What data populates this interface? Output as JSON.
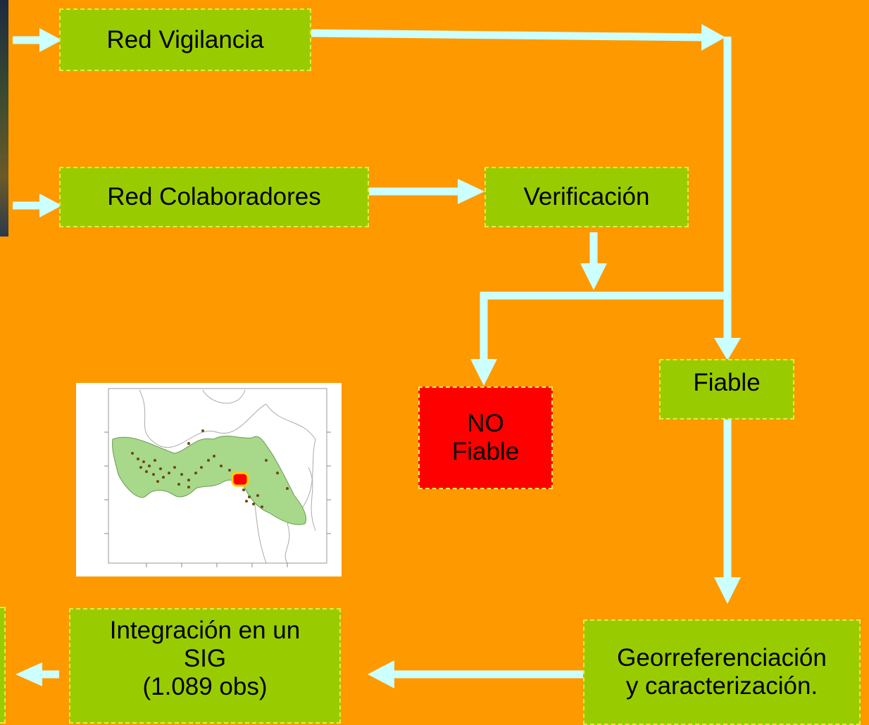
{
  "nodes": {
    "red_vigilancia": "Red Vigilancia",
    "red_colaboradores": "Red Colaboradores",
    "verificacion": "Verificación",
    "no_fiable": [
      "NO",
      "Fiable"
    ],
    "fiable": "Fiable",
    "georreferenciacion": [
      "Georreferenciación",
      "y caracterización."
    ],
    "integracion": [
      "Integración en un",
      "SIG",
      "(1.089 obs)"
    ]
  },
  "colors": {
    "background": "#FF9900",
    "box_fill": "#99CC00",
    "box_border": "#E8E84A",
    "rejected_fill": "#FF0000",
    "arrow": "#CCFFFF",
    "map_region": "#A8D88A",
    "map_highlight": "#FF0000"
  },
  "map_thumbnail": {
    "description_icon": "distribution-map-icon"
  }
}
